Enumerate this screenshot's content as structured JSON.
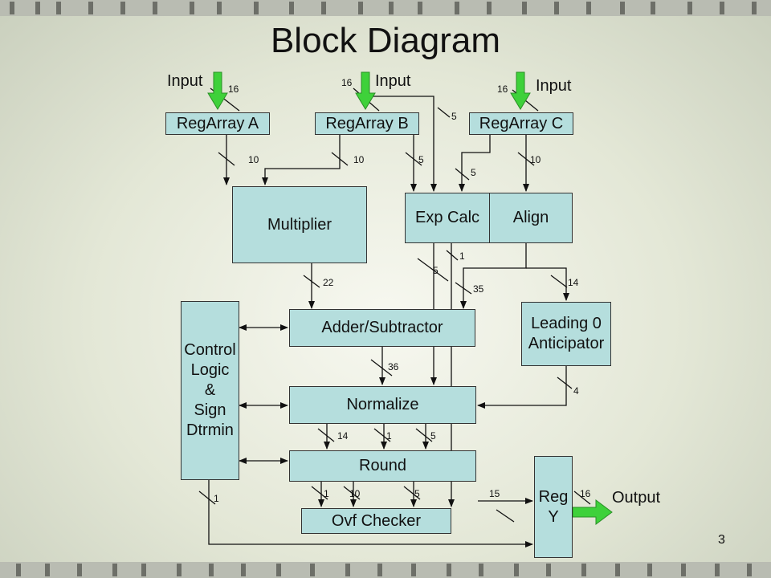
{
  "slide": {
    "title": "Block Diagram",
    "page_number": "3"
  },
  "labels": {
    "input_a": "Input",
    "input_b": "Input",
    "input_c": "Input",
    "output": "Output"
  },
  "blocks": {
    "reg_a": "RegArray A",
    "reg_b": "RegArray B",
    "reg_c": "RegArray C",
    "multiplier": "Multiplier",
    "exp_calc": "Exp Calc",
    "align": "Align",
    "adder": "Adder/Subtractor",
    "leading0": "Leading 0\nAnticipator",
    "control": "Control\nLogic\n&\nSign\nDtrmin",
    "normalize": "Normalize",
    "round": "Round",
    "ovf": "Ovf Checker",
    "reg_y": "Reg\nY"
  },
  "widths": {
    "in_a": "16",
    "in_b": "16",
    "in_c": "16",
    "b_to_exp": "5",
    "a_mult": "10",
    "b_mult": "10",
    "b_exp": "5",
    "c_exp": "5",
    "c_align": "10",
    "mult_add": "22",
    "exp_norm": "5",
    "exp_ovf": "1",
    "align_add": "35",
    "align_l0": "14",
    "add_norm": "36",
    "l0_norm": "4",
    "norm_round": "14",
    "norm_round2": "1",
    "norm_round3": "5",
    "round_ovf1": "1",
    "round_ovf2": "10",
    "round_ovf3": "5",
    "to_regy": "15",
    "ctrl_ovf": "1",
    "out": "16"
  },
  "colors": {
    "block_fill": "#b5dedd",
    "arrow_green": "#3ed13a"
  }
}
